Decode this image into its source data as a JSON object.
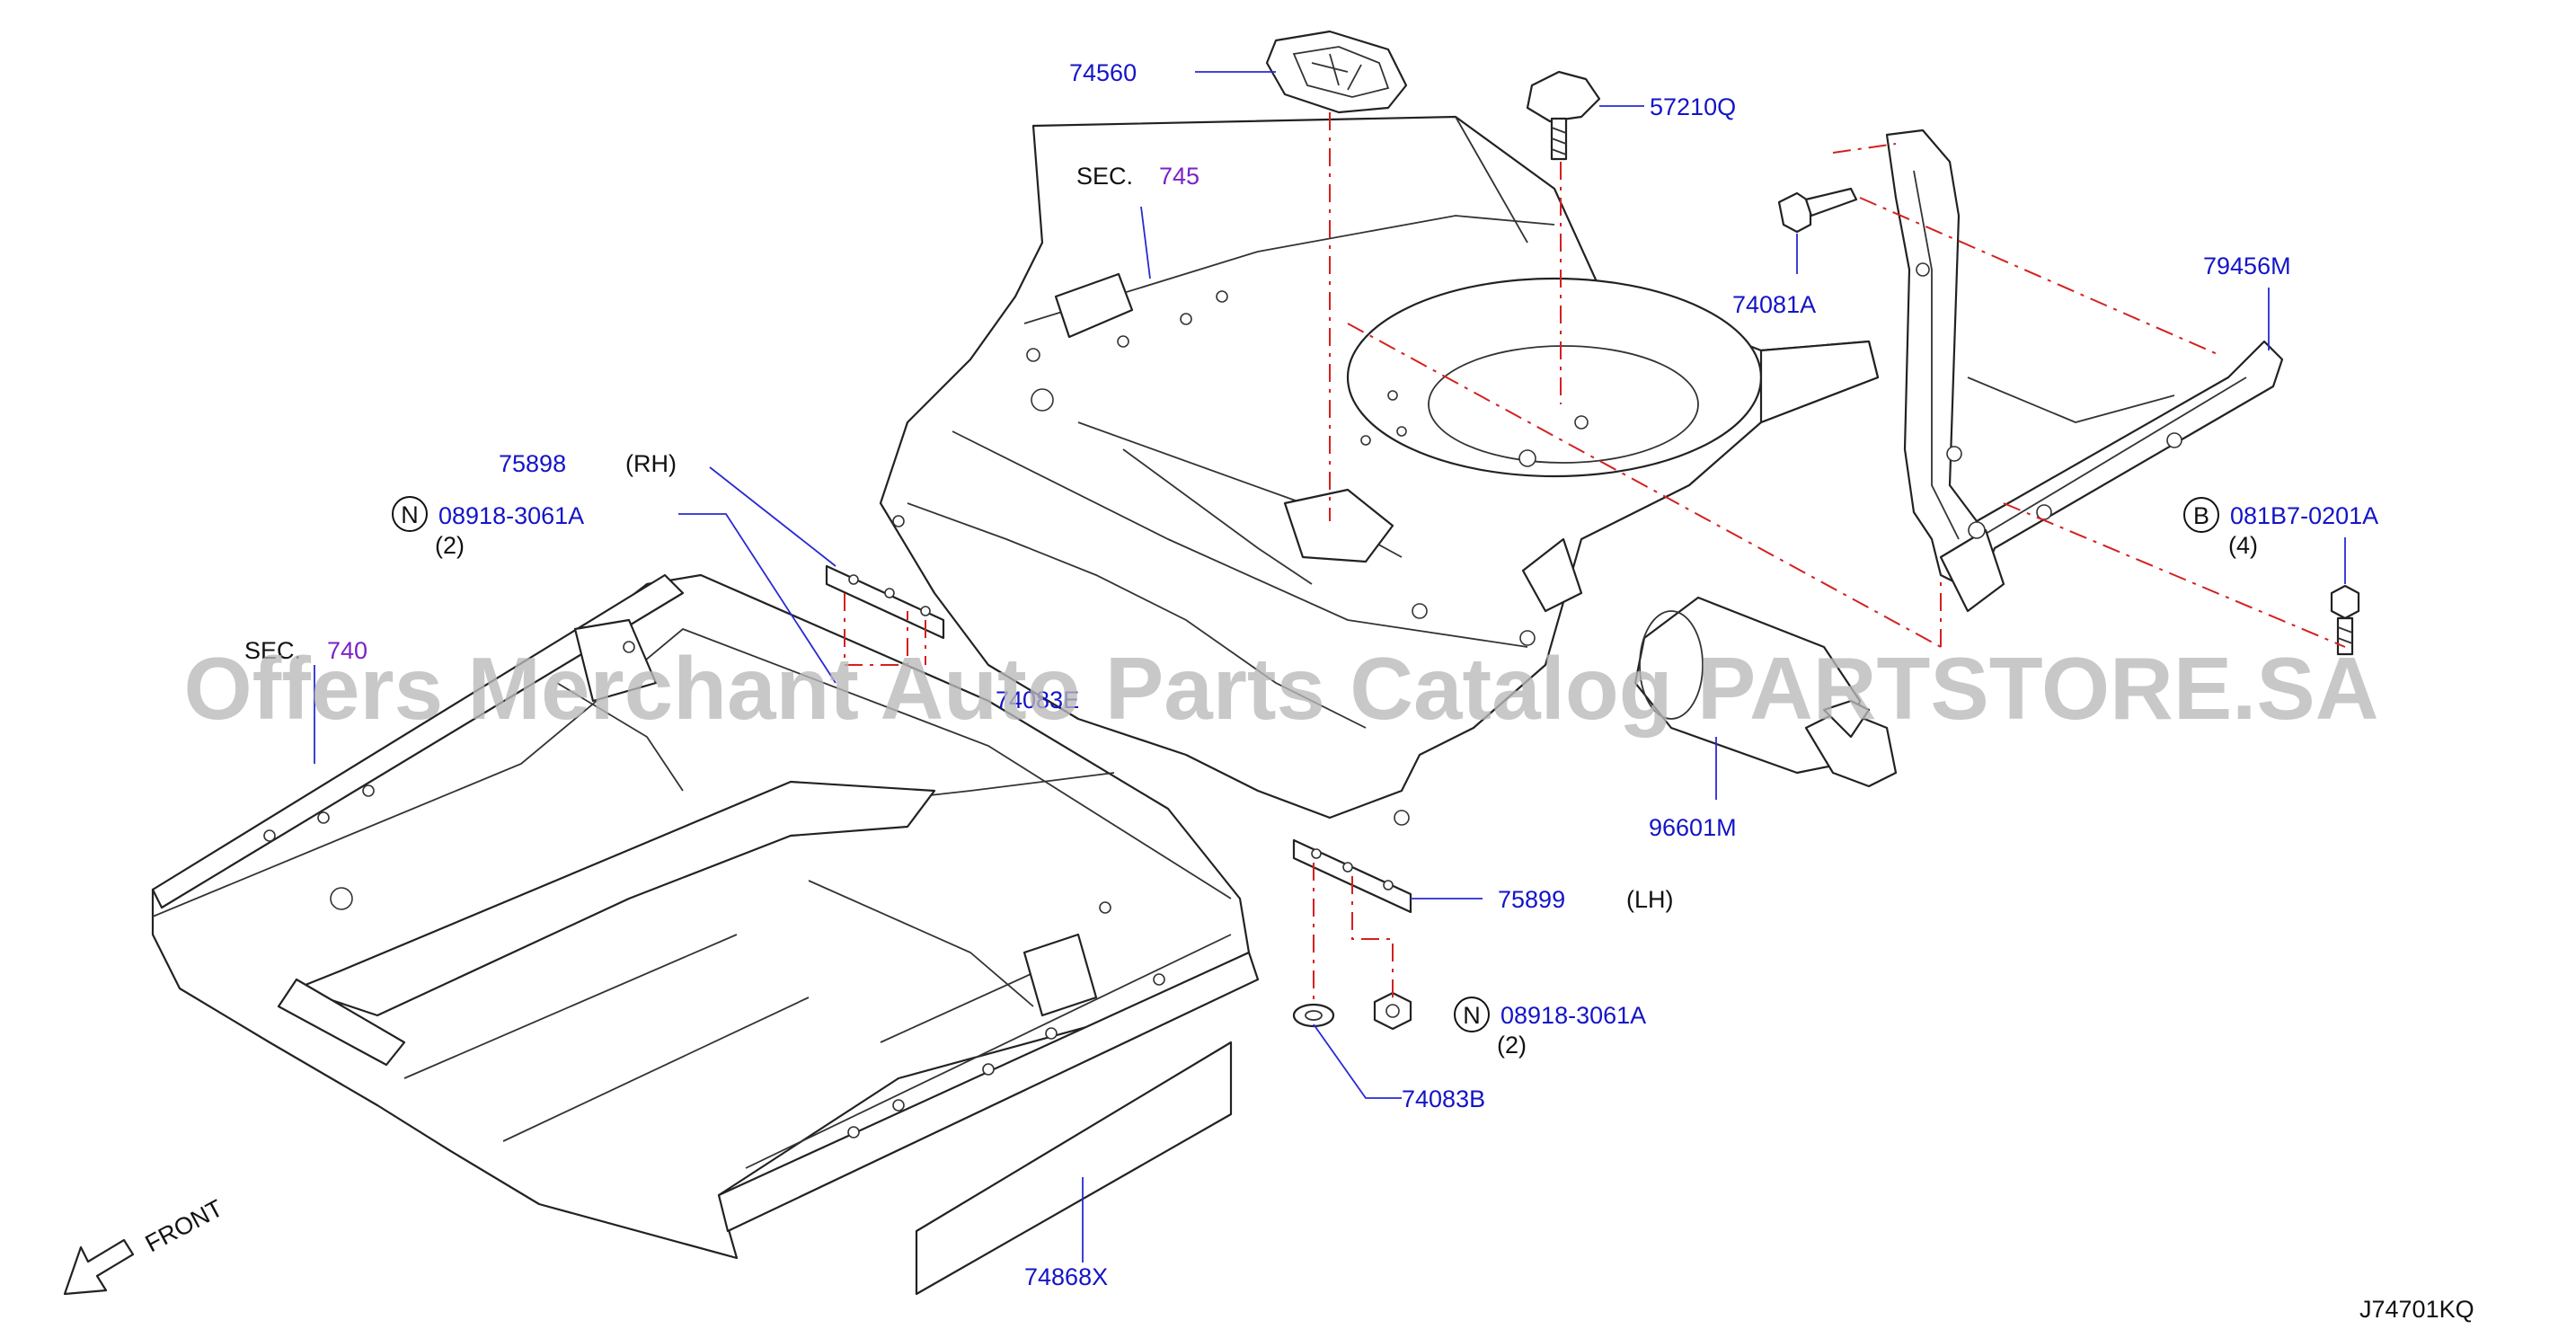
{
  "labels": {
    "p74560": "74560",
    "p57210q": "57210Q",
    "sec1_prefix": "SEC.",
    "sec1_num": "745",
    "p74081a": "74081A",
    "p79456m": "79456M",
    "p75898": "75898",
    "rh": "(RH)",
    "n_letter": "N",
    "p08918_top": "08918-3061A",
    "qty2_top": "(2)",
    "sec2_prefix": "SEC.",
    "sec2_num": "740",
    "p74083b_hidden": "74083E",
    "b_letter": "B",
    "p081b7": "081B7-0201A",
    "qty4": "(4)",
    "p96601m": "96601M",
    "p75899": "75899",
    "lh": "(LH)",
    "p08918_bottom": "08918-3061A",
    "qty2_bottom": "(2)",
    "p74083b": "74083B",
    "p74868x": "74868X",
    "front": "FRONT",
    "diagram_code": "J74701KQ"
  },
  "watermark": "Offers Merchant Auto Parts Catalog PARTSTORE.SA",
  "colors": {
    "part_number": "#1414c8",
    "section_ref": "#7a22c8",
    "assembly_line": "#d42020",
    "outline": "#222222",
    "watermark": "#b9b9b9"
  }
}
